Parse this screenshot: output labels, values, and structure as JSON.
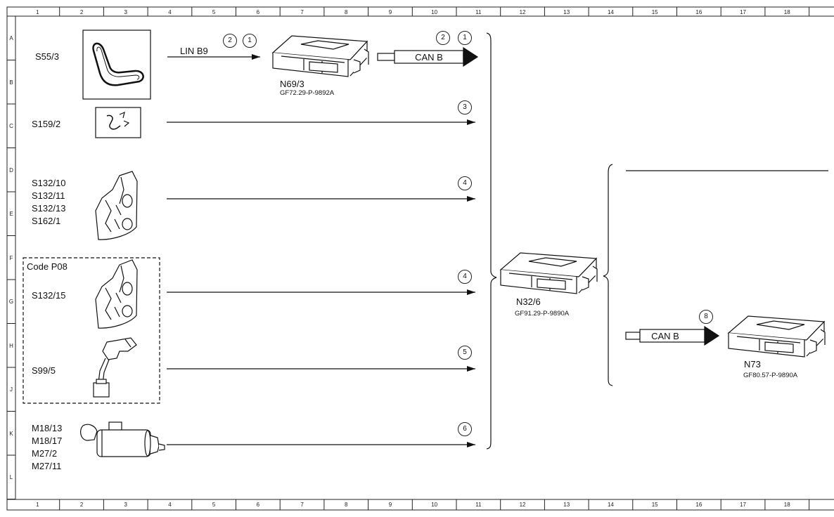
{
  "grid": {
    "columns": [
      "1",
      "2",
      "3",
      "4",
      "5",
      "6",
      "7",
      "8",
      "9",
      "10",
      "11",
      "12",
      "13",
      "14",
      "15",
      "16",
      "17",
      "18"
    ],
    "rows": [
      "A",
      "B",
      "C",
      "D",
      "E",
      "F",
      "G",
      "H",
      "J",
      "K",
      "L"
    ]
  },
  "components": {
    "s55_3": "S55/3",
    "s159_2": "S159/2",
    "switch_group": [
      "S132/10",
      "S132/11",
      "S132/13",
      "S162/1"
    ],
    "code_p08": "Code P08",
    "s132_15": "S132/15",
    "s99_5": "S99/5",
    "motor_group": [
      "M18/13",
      "M18/17",
      "M27/2",
      "M27/11"
    ]
  },
  "modules": {
    "n69_3": {
      "name": "N69/3",
      "ref": "GF72.29-P-9892A"
    },
    "n32_6": {
      "name": "N32/6",
      "ref": "GF91.29-P-9890A"
    },
    "n73": {
      "name": "N73",
      "ref": "GF80.57-P-9890A"
    }
  },
  "signals": {
    "lin_b9": "LIN B9",
    "can_b_top": "CAN B",
    "can_b_right": "CAN B"
  },
  "markers": {
    "lin_2": "2",
    "lin_1": "1",
    "can_2": "2",
    "can_1": "1",
    "row_c": "3",
    "row_e": "4",
    "row_g": "4",
    "row_h": "5",
    "row_k": "6",
    "right_can": "8"
  }
}
